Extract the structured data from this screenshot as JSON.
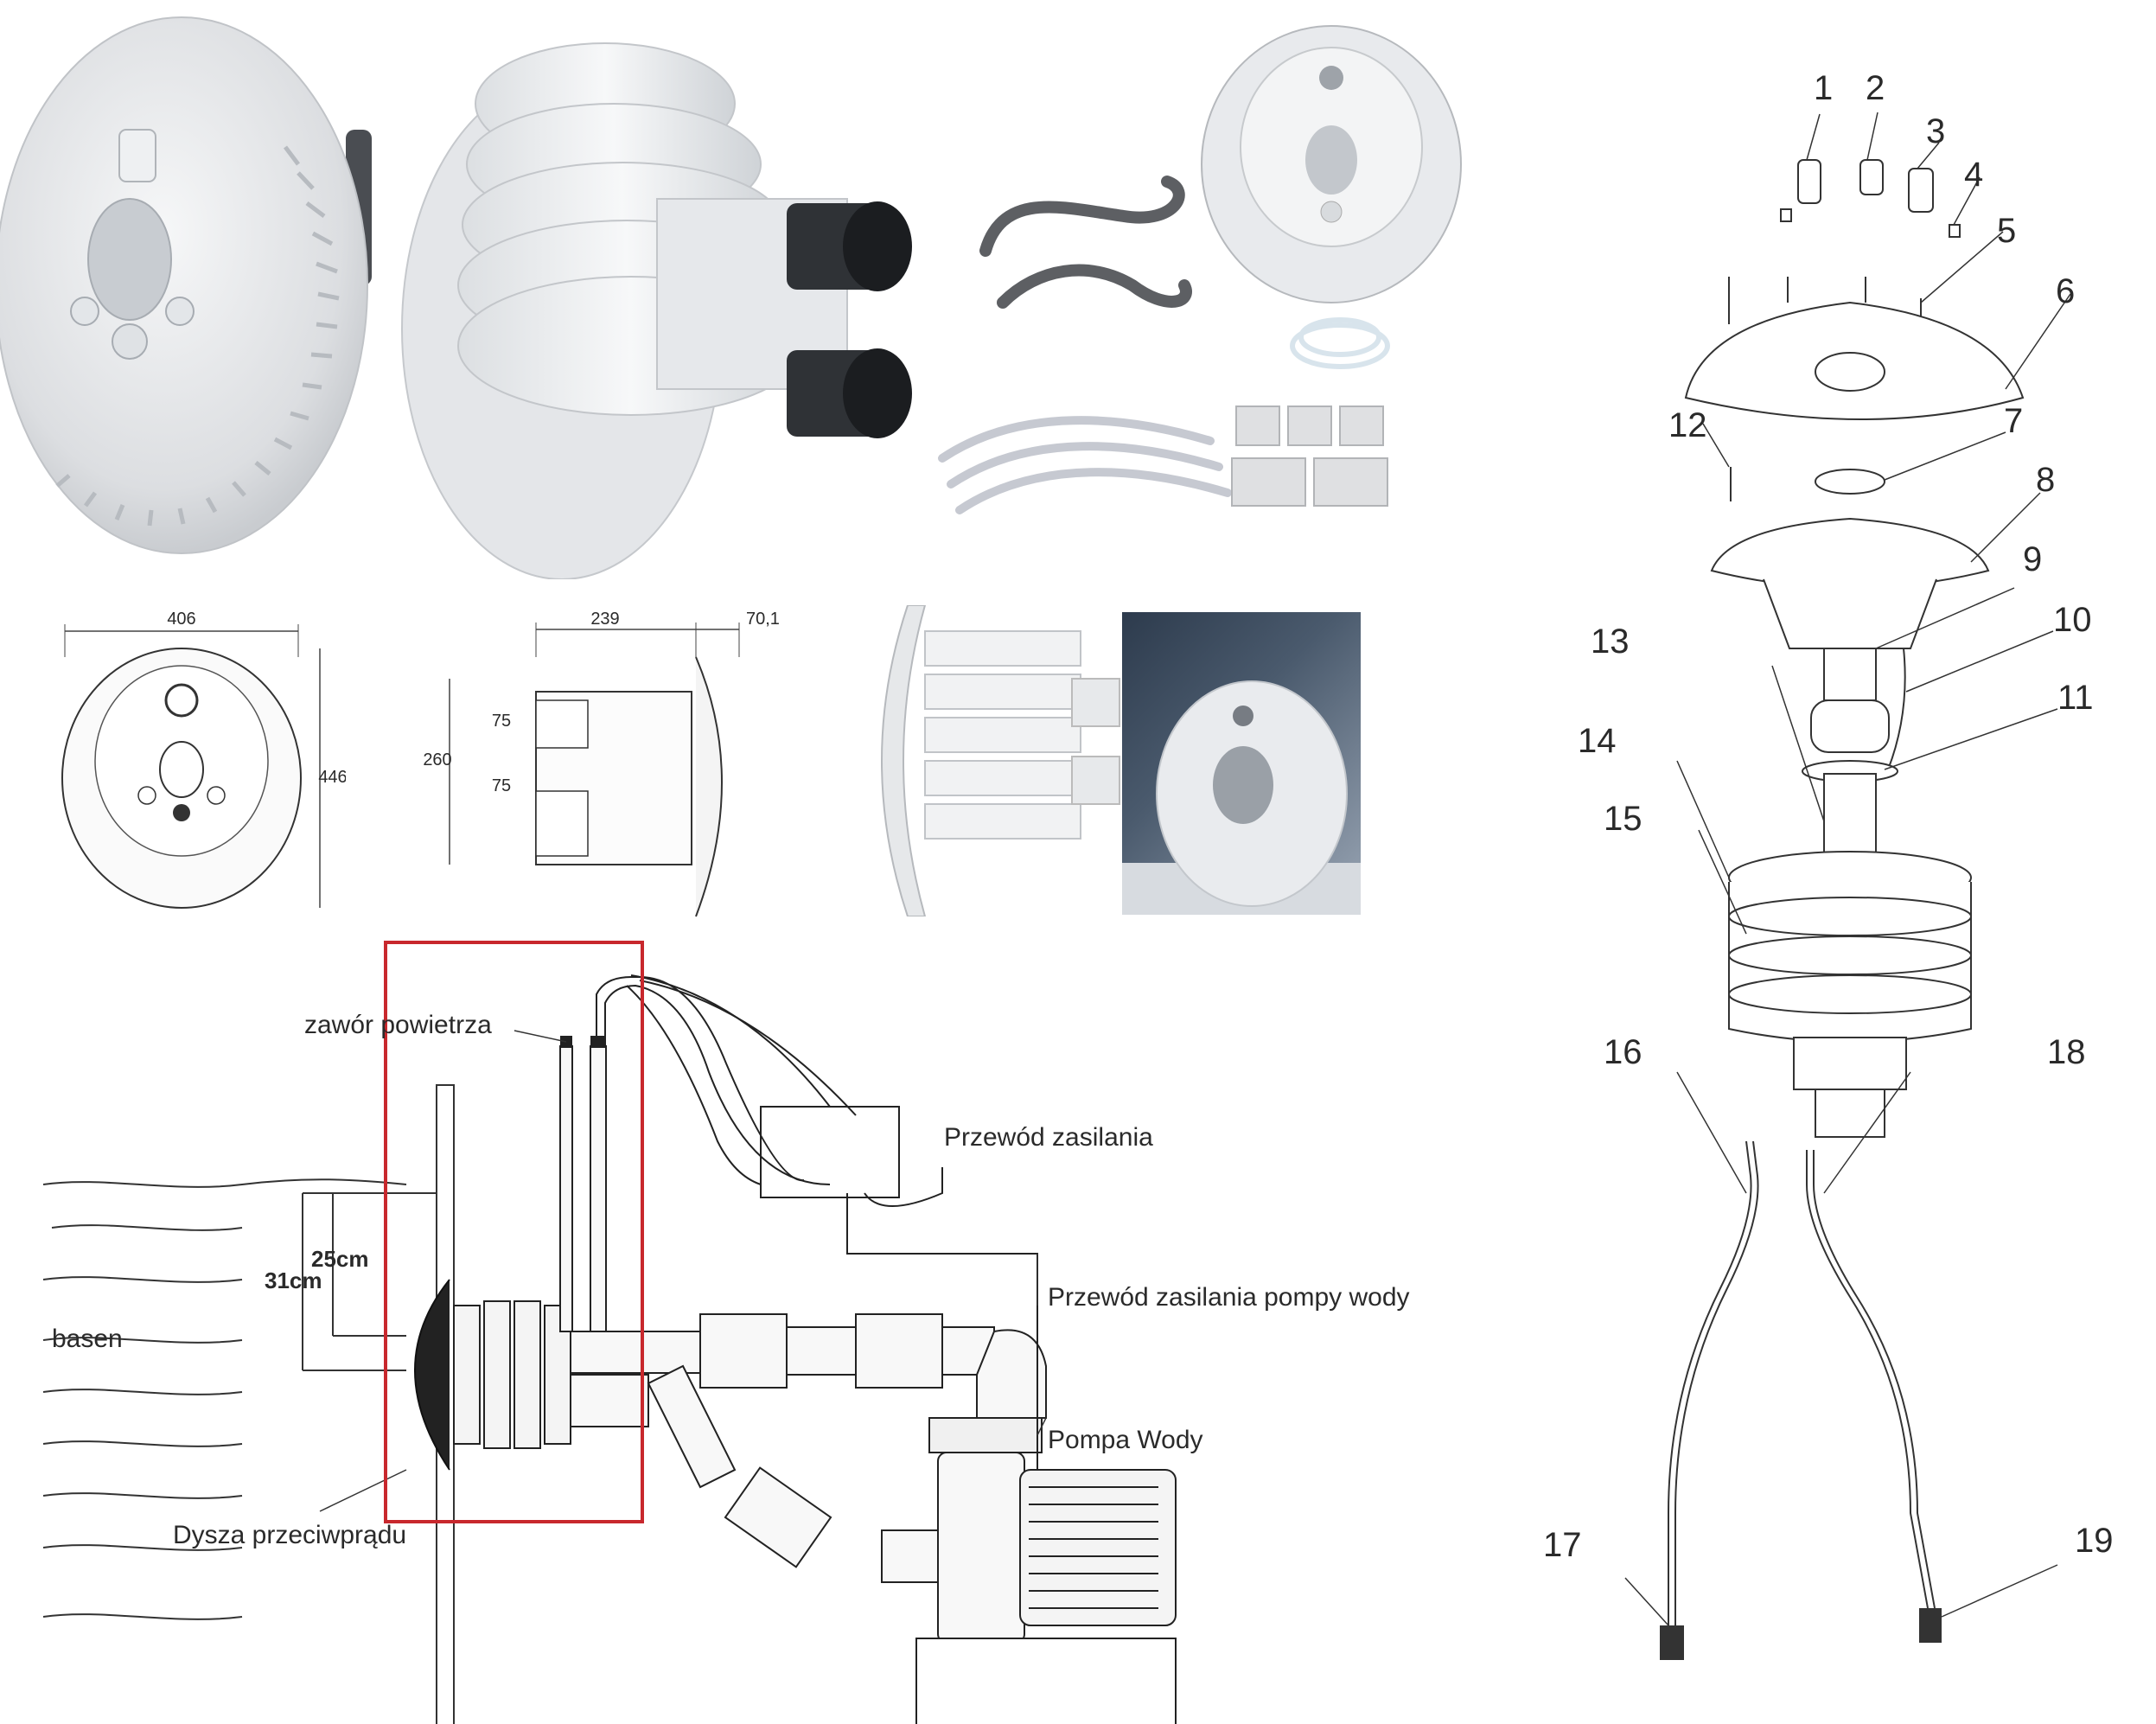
{
  "dimensions": {
    "front_width": "406",
    "front_height": "446",
    "side_depth": "239",
    "side_face": "70,1",
    "side_height": "260",
    "pipe_upper": "75",
    "pipe_lower": "75"
  },
  "install": {
    "air_valve": "zawór powietrza",
    "power_cable": "Przewód zasilania",
    "pump_power_cable": "Przewód zasilania pompy wody",
    "water_pump": "Pompa Wody",
    "nozzle": "Dysza przeciwprądu",
    "pool": "basen",
    "depth_upper": "25cm",
    "depth_lower": "31cm"
  },
  "exploded": {
    "labels": [
      "1",
      "2",
      "3",
      "4",
      "5",
      "6",
      "7",
      "8",
      "9",
      "10",
      "11",
      "12",
      "13",
      "14",
      "15",
      "16",
      "17",
      "18",
      "19"
    ]
  },
  "colors": {
    "frame_red": "#c8282d",
    "line": "#333333",
    "plastic": "#e9eaec"
  }
}
